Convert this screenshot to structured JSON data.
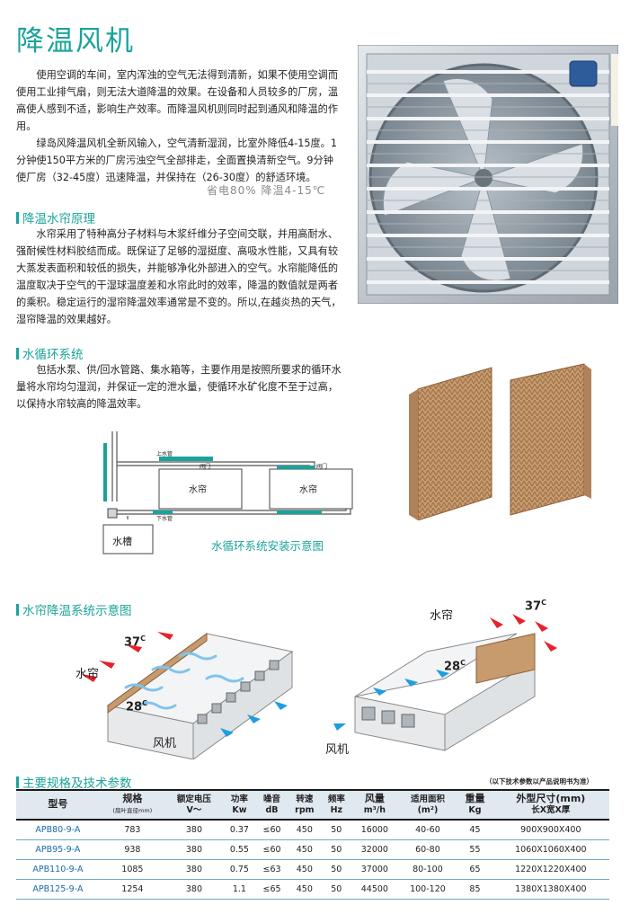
{
  "title": "降温风机",
  "intro": {
    "p1": "使用空调的车间，室内浑浊的空气无法得到清新，如果不使用空调而使用工业排气扇，则无法大道降温的效果。在设备和人员较多的厂房，温高使人感到不适，影响生产效率。而降温风机则同时起到通风和降温的作用。",
    "p2": "绿岛风降温风机全新风输入，空气清新湿润，比室外降低4-15度。1分钟使150平方米的厂房污浊空气全部排走，全面置换清新空气。9分钟使厂房（32-45度）迅速降温，并保持在（26-30度）的舒适环境。",
    "saving": "省电80%  降温4-15℃"
  },
  "sec1": {
    "heading": "降温水帘原理",
    "text": "水帘采用了特种高分子材料与木浆纤维分子空间交联，并用高耐水、强耐候性材料胶结而成。既保证了足够的湿挺度、高吸水性能，又具有较大蒸发表面积和较低的损失，并能够净化外部进入的空气。水帘能降低的温度取决于空气的干湿球温度差和水帘此时的效率，降温的数值就是两者的乘积。稳定运行的湿帘降温效率通常是不变的。所以,在越炎热的天气，湿帘降温的效果越好。"
  },
  "sec2": {
    "heading": "水循环系统",
    "text": "包括水泵、供/回水管路、集水箱等，主要作用是按照所要求的循环水量将水帘均匀湿润，并保证一定的泄水量，使循环水矿化度不至于过高，以保持水帘较高的降温效率。"
  },
  "water_diagram": {
    "curtain1": "水帘",
    "curtain2": "水帘",
    "tank": "水槽",
    "upper_pipe": "上水管",
    "valve1": "阀门",
    "valve2": "阀门",
    "lower_pipe": "下水管",
    "caption": "水循环系统安装示意图"
  },
  "sec3": {
    "heading": "水帘降温系统示意图"
  },
  "cooling_diagram": {
    "left": {
      "curtain": "水帘",
      "fan": "风机",
      "hot": "37",
      "cool": "28",
      "unit": "C"
    },
    "right": {
      "curtain": "水帘",
      "fan": "风机",
      "hot": "37",
      "cool": "28",
      "unit": "C"
    }
  },
  "sec4": {
    "heading": "主要规格及技术参数",
    "note": "（以下技术参数以产品说明书为准）"
  },
  "table": {
    "headers": [
      {
        "main": "型号",
        "sub": ""
      },
      {
        "main": "规格",
        "sub": "(扇叶直径mm)"
      },
      {
        "main": "额定电压",
        "sub": "V～"
      },
      {
        "main": "功率",
        "sub": "Kw"
      },
      {
        "main": "噪音",
        "sub": "dB"
      },
      {
        "main": "转速",
        "sub": "rpm"
      },
      {
        "main": "频率",
        "sub": "Hz"
      },
      {
        "main": "风量",
        "sub": "m³/h"
      },
      {
        "main": "适用面积",
        "sub": "(m²)"
      },
      {
        "main": "重量",
        "sub": "Kg"
      },
      {
        "main": "外型尺寸(mm)",
        "sub": "长X宽X厚"
      }
    ],
    "rows": [
      [
        "APB80-9-A",
        "783",
        "380",
        "0.37",
        "≤60",
        "450",
        "50",
        "16000",
        "40-60",
        "45",
        "900X900X400"
      ],
      [
        "APB95-9-A",
        "938",
        "380",
        "0.55",
        "≤60",
        "450",
        "50",
        "32000",
        "60-80",
        "55",
        "1060X1060X400"
      ],
      [
        "APB110-9-A",
        "1085",
        "380",
        "0.75",
        "≤63",
        "450",
        "50",
        "37000",
        "80-100",
        "65",
        "1220X1220X400"
      ],
      [
        "APB125-9-A",
        "1254",
        "380",
        "1.1",
        "≤65",
        "450",
        "50",
        "44500",
        "100-120",
        "85",
        "1380X1380X400"
      ]
    ]
  },
  "colors": {
    "accent": "#1aa39a",
    "model": "#1a6aa8"
  }
}
